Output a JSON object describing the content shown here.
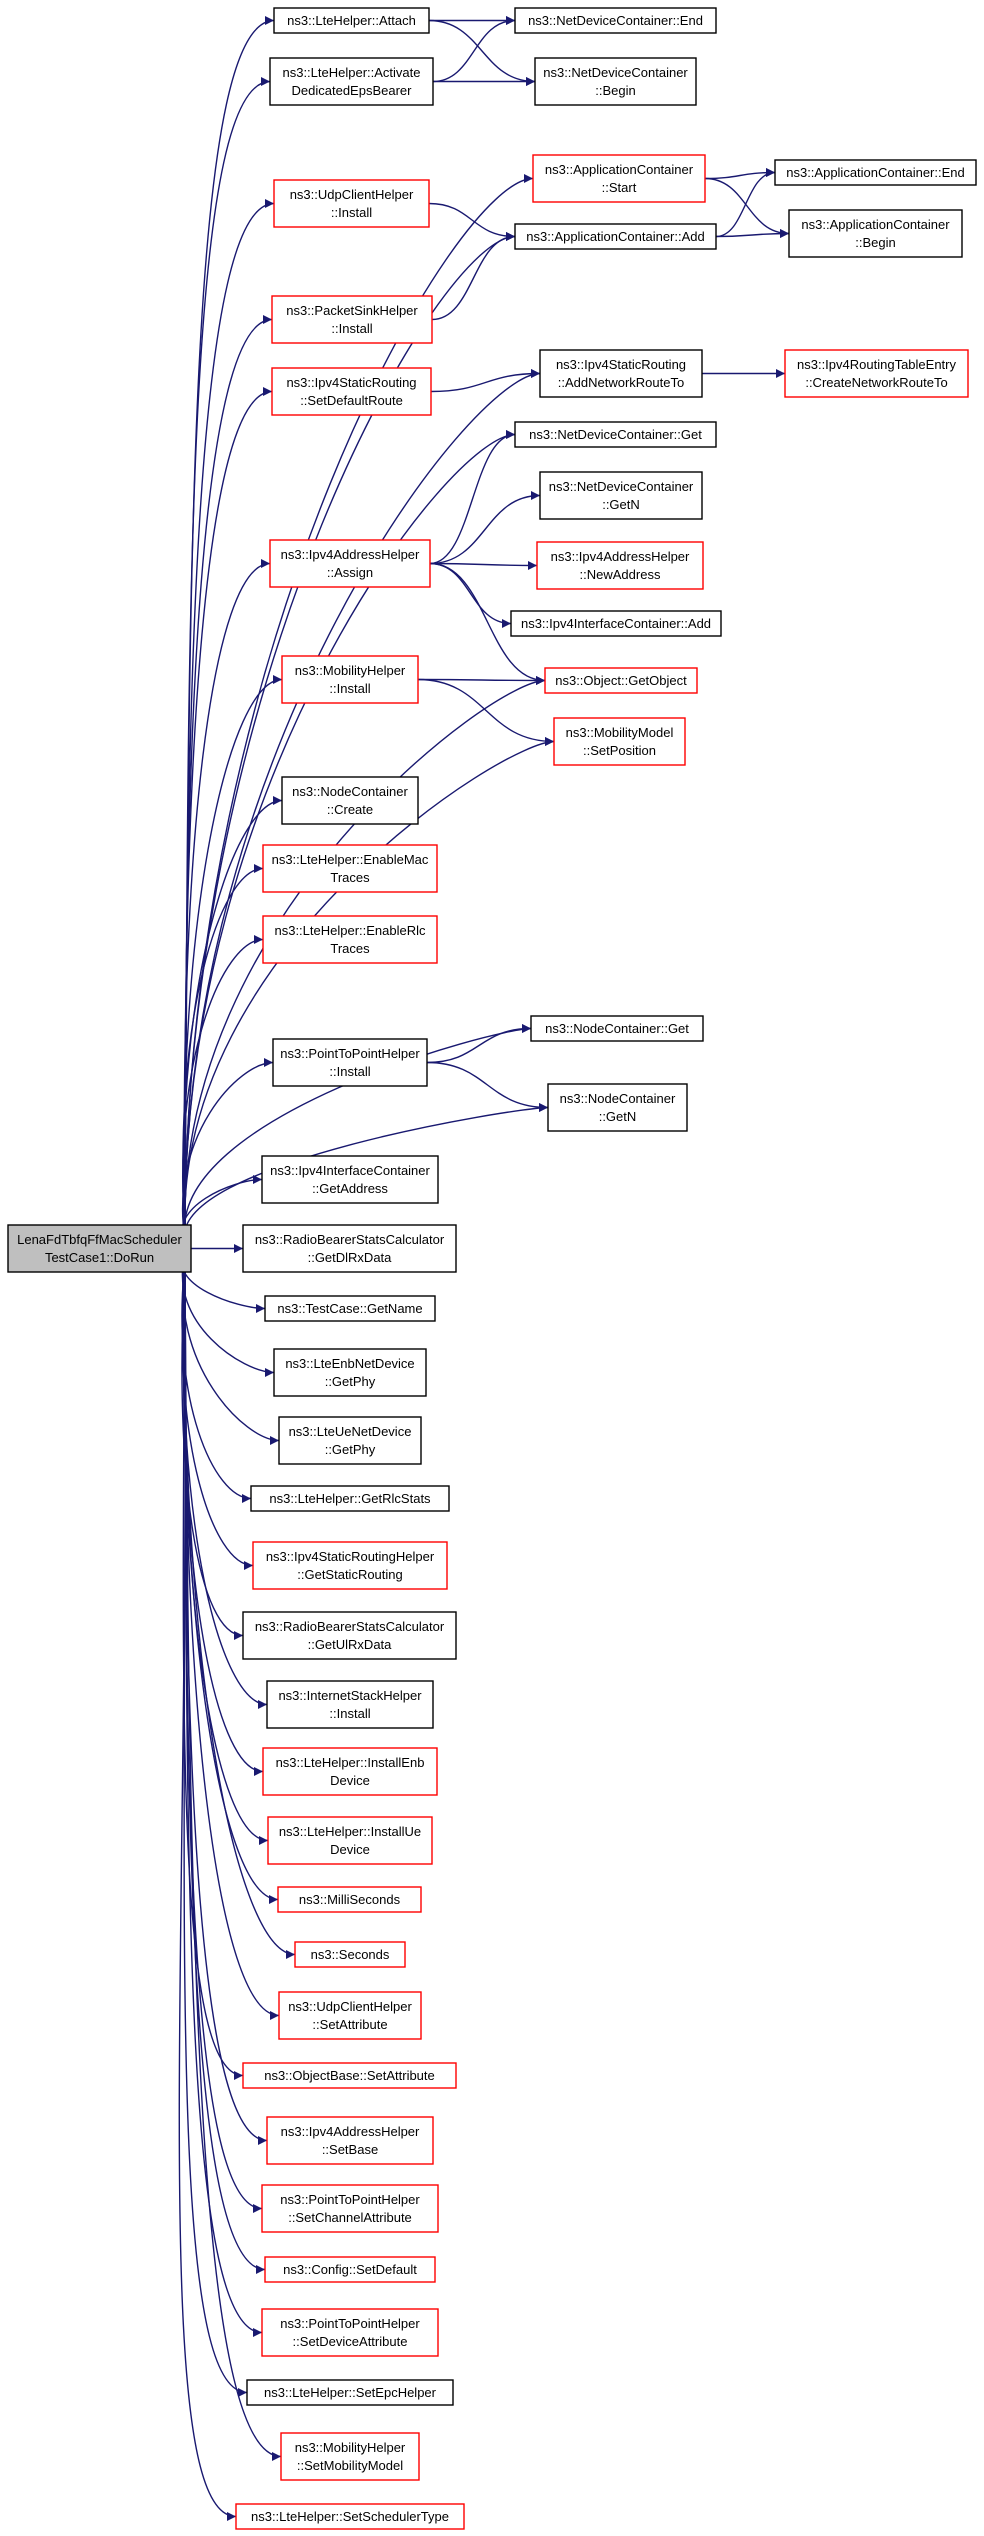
{
  "colors": {
    "edge": "#191970",
    "doc_border": "#000000",
    "undoc_border": "#ff0000",
    "root_fill": "#bfbfbf"
  },
  "nodes": [
    {
      "id": "root",
      "lines": [
        "LenaFdTbfqFfMacScheduler",
        "TestCase1::DoRun"
      ],
      "style": "root"
    },
    {
      "id": "lteAttach",
      "lines": [
        "ns3::LteHelper::Attach"
      ],
      "style": "doc"
    },
    {
      "id": "lteActivate",
      "lines": [
        "ns3::LteHelper::Activate",
        "DedicatedEpsBearer"
      ],
      "style": "doc"
    },
    {
      "id": "ndcEnd",
      "lines": [
        "ns3::NetDeviceContainer::End"
      ],
      "style": "doc"
    },
    {
      "id": "ndcBegin",
      "lines": [
        "ns3::NetDeviceContainer",
        "::Begin"
      ],
      "style": "doc"
    },
    {
      "id": "appStart",
      "lines": [
        "ns3::ApplicationContainer",
        "::Start"
      ],
      "style": "undoc"
    },
    {
      "id": "appEnd",
      "lines": [
        "ns3::ApplicationContainer::End"
      ],
      "style": "doc"
    },
    {
      "id": "appBegin",
      "lines": [
        "ns3::ApplicationContainer",
        "::Begin"
      ],
      "style": "doc"
    },
    {
      "id": "udpClientInstall",
      "lines": [
        "ns3::UdpClientHelper",
        "::Install"
      ],
      "style": "undoc"
    },
    {
      "id": "appAdd",
      "lines": [
        "ns3::ApplicationContainer::Add"
      ],
      "style": "doc"
    },
    {
      "id": "packetSinkInstall",
      "lines": [
        "ns3::PacketSinkHelper",
        "::Install"
      ],
      "style": "undoc"
    },
    {
      "id": "ipv4SetDefaultRoute",
      "lines": [
        "ns3::Ipv4StaticRouting",
        "::SetDefaultRoute"
      ],
      "style": "undoc"
    },
    {
      "id": "ipv4AddNetworkRoute",
      "lines": [
        "ns3::Ipv4StaticRouting",
        "::AddNetworkRouteTo"
      ],
      "style": "doc"
    },
    {
      "id": "ipv4RtEntry",
      "lines": [
        "ns3::Ipv4RoutingTableEntry",
        "::CreateNetworkRouteTo"
      ],
      "style": "undoc"
    },
    {
      "id": "ndcGet",
      "lines": [
        "ns3::NetDeviceContainer::Get"
      ],
      "style": "doc"
    },
    {
      "id": "ndcGetN",
      "lines": [
        "ns3::NetDeviceContainer",
        "::GetN"
      ],
      "style": "doc"
    },
    {
      "id": "ipv4AddrAssign",
      "lines": [
        "ns3::Ipv4AddressHelper",
        "::Assign"
      ],
      "style": "undoc"
    },
    {
      "id": "ipv4AddrNew",
      "lines": [
        "ns3::Ipv4AddressHelper",
        "::NewAddress"
      ],
      "style": "undoc"
    },
    {
      "id": "ipv4IfAdd",
      "lines": [
        "ns3::Ipv4InterfaceContainer::Add"
      ],
      "style": "doc"
    },
    {
      "id": "objGetObject",
      "lines": [
        "ns3::Object::GetObject"
      ],
      "style": "undoc"
    },
    {
      "id": "mobInstall",
      "lines": [
        "ns3::MobilityHelper",
        "::Install"
      ],
      "style": "undoc"
    },
    {
      "id": "mobSetPos",
      "lines": [
        "ns3::MobilityModel",
        "::SetPosition"
      ],
      "style": "undoc"
    },
    {
      "id": "ncCreate",
      "lines": [
        "ns3::NodeContainer",
        "::Create"
      ],
      "style": "doc"
    },
    {
      "id": "lteMacTraces",
      "lines": [
        "ns3::LteHelper::EnableMac",
        "Traces"
      ],
      "style": "undoc"
    },
    {
      "id": "lteRlcTraces",
      "lines": [
        "ns3::LteHelper::EnableRlc",
        "Traces"
      ],
      "style": "undoc"
    },
    {
      "id": "p2pInstall",
      "lines": [
        "ns3::PointToPointHelper",
        "::Install"
      ],
      "style": "doc"
    },
    {
      "id": "ncGet",
      "lines": [
        "ns3::NodeContainer::Get"
      ],
      "style": "doc"
    },
    {
      "id": "ncGetN",
      "lines": [
        "ns3::NodeContainer",
        "::GetN"
      ],
      "style": "doc"
    },
    {
      "id": "ipv4IfGetAddress",
      "lines": [
        "ns3::Ipv4InterfaceContainer",
        "::GetAddress"
      ],
      "style": "doc"
    },
    {
      "id": "rbsGetDl",
      "lines": [
        "ns3::RadioBearerStatsCalculator",
        "::GetDlRxData"
      ],
      "style": "doc"
    },
    {
      "id": "testGetName",
      "lines": [
        "ns3::TestCase::GetName"
      ],
      "style": "doc"
    },
    {
      "id": "enbGetPhy",
      "lines": [
        "ns3::LteEnbNetDevice",
        "::GetPhy"
      ],
      "style": "doc"
    },
    {
      "id": "ueGetPhy",
      "lines": [
        "ns3::LteUeNetDevice",
        "::GetPhy"
      ],
      "style": "doc"
    },
    {
      "id": "lteGetRlc",
      "lines": [
        "ns3::LteHelper::GetRlcStats"
      ],
      "style": "doc"
    },
    {
      "id": "ipv4GetStatic",
      "lines": [
        "ns3::Ipv4StaticRoutingHelper",
        "::GetStaticRouting"
      ],
      "style": "undoc"
    },
    {
      "id": "rbsGetUl",
      "lines": [
        "ns3::RadioBearerStatsCalculator",
        "::GetUlRxData"
      ],
      "style": "doc"
    },
    {
      "id": "inetInstall",
      "lines": [
        "ns3::InternetStackHelper",
        "::Install"
      ],
      "style": "doc"
    },
    {
      "id": "lteInstallEnb",
      "lines": [
        "ns3::LteHelper::InstallEnb",
        "Device"
      ],
      "style": "undoc"
    },
    {
      "id": "lteInstallUe",
      "lines": [
        "ns3::LteHelper::InstallUe",
        "Device"
      ],
      "style": "undoc"
    },
    {
      "id": "milliSeconds",
      "lines": [
        "ns3::MilliSeconds"
      ],
      "style": "undoc"
    },
    {
      "id": "seconds",
      "lines": [
        "ns3::Seconds"
      ],
      "style": "undoc"
    },
    {
      "id": "udpSetAttr",
      "lines": [
        "ns3::UdpClientHelper",
        "::SetAttribute"
      ],
      "style": "undoc"
    },
    {
      "id": "objBaseSetAttr",
      "lines": [
        "ns3::ObjectBase::SetAttribute"
      ],
      "style": "undoc"
    },
    {
      "id": "ipv4AddrSetBase",
      "lines": [
        "ns3::Ipv4AddressHelper",
        "::SetBase"
      ],
      "style": "undoc"
    },
    {
      "id": "p2pSetChan",
      "lines": [
        "ns3::PointToPointHelper",
        "::SetChannelAttribute"
      ],
      "style": "undoc"
    },
    {
      "id": "cfgSetDefault",
      "lines": [
        "ns3::Config::SetDefault"
      ],
      "style": "undoc"
    },
    {
      "id": "p2pSetDev",
      "lines": [
        "ns3::PointToPointHelper",
        "::SetDeviceAttribute"
      ],
      "style": "undoc"
    },
    {
      "id": "lteSetEpc",
      "lines": [
        "ns3::LteHelper::SetEpcHelper"
      ],
      "style": "doc"
    },
    {
      "id": "mobSetModel",
      "lines": [
        "ns3::MobilityHelper",
        "::SetMobilityModel"
      ],
      "style": "undoc"
    },
    {
      "id": "lteSetSched",
      "lines": [
        "ns3::LteHelper::SetSchedulerType"
      ],
      "style": "undoc"
    }
  ]
}
